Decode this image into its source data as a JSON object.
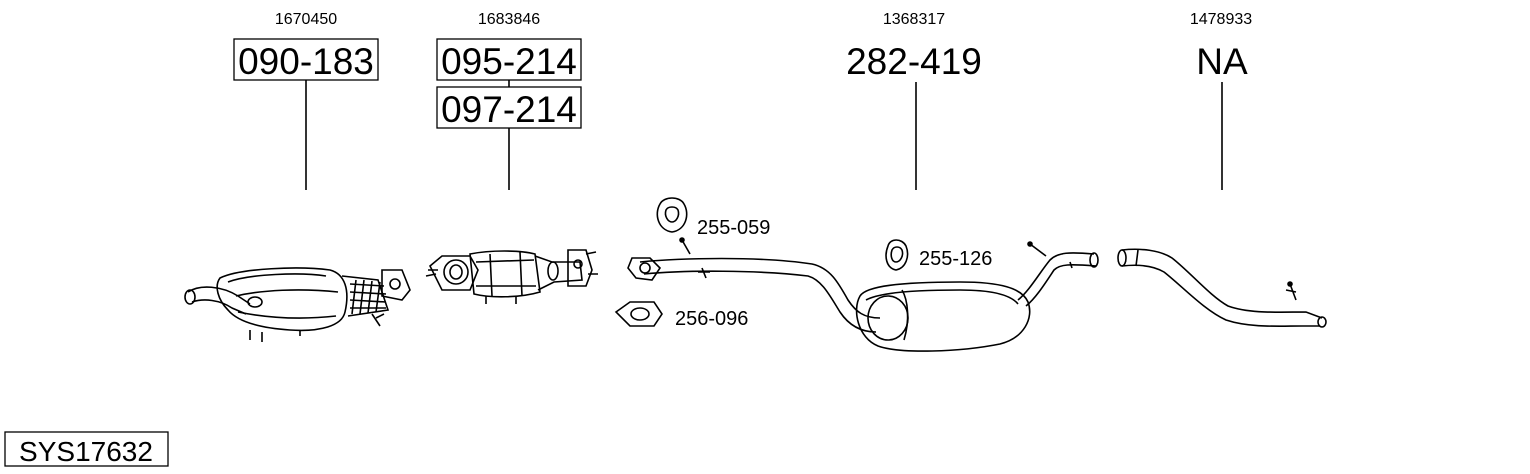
{
  "diagram": {
    "system_code": "SYS17632",
    "parts": [
      {
        "oem_number": "1670450",
        "part_numbers": [
          "090-183"
        ],
        "boxed": true
      },
      {
        "oem_number": "1683846",
        "part_numbers": [
          "095-214",
          "097-214"
        ],
        "boxed": true
      },
      {
        "oem_number": "1368317",
        "part_numbers": [
          "282-419"
        ],
        "boxed": false
      },
      {
        "oem_number": "1478933",
        "part_numbers": [
          "NA"
        ],
        "boxed": false
      }
    ],
    "accessories": [
      {
        "part_number": "255-059",
        "icon": "rubber-hanger-icon"
      },
      {
        "part_number": "256-096",
        "icon": "gasket-icon"
      },
      {
        "part_number": "255-126",
        "icon": "rubber-hanger-icon"
      }
    ]
  }
}
